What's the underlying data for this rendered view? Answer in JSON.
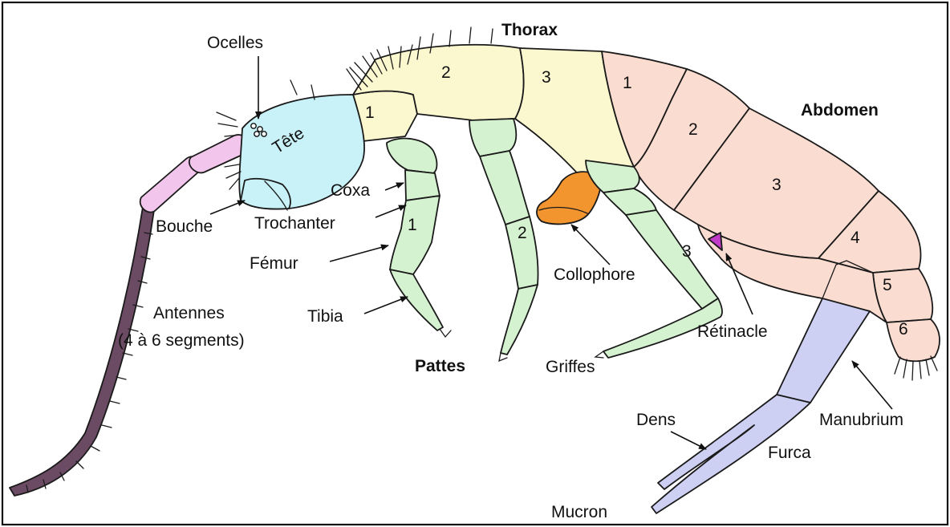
{
  "colors": {
    "head": "#c8f1f8",
    "thorax": "#fbf7cf",
    "abdomen": "#fbdcd0",
    "legs": "#d4f2cf",
    "antenna_base": "#f2c6ec",
    "antenna_flagellum": "#6b4a63",
    "collophore": "#f2952f",
    "furca": "#cdd0f2",
    "retinacle": "#c03cc8",
    "frame": "#111111"
  },
  "regions": {
    "thorax": "Thorax",
    "abdomen": "Abdomen",
    "legs": "Pattes",
    "head": "Tête"
  },
  "labels": {
    "ocelles": "Ocelles",
    "bouche": "Bouche",
    "coxa": "Coxa",
    "trochanter": "Trochanter",
    "femur": "Fémur",
    "tibia": "Tibia",
    "antennes_line1": "Antennes",
    "antennes_line2": "(4 à 6 segments)",
    "collophore": "Collophore",
    "griffes": "Griffes",
    "retinacle": "Rétinacle",
    "manubrium": "Manubrium",
    "dens": "Dens",
    "furca": "Furca",
    "mucron": "Mucron"
  },
  "thorax_segments": [
    "1",
    "2",
    "3"
  ],
  "abdomen_segments": [
    "1",
    "2",
    "3",
    "4",
    "5",
    "6"
  ],
  "leg_numbers": [
    "1",
    "2",
    "3"
  ]
}
